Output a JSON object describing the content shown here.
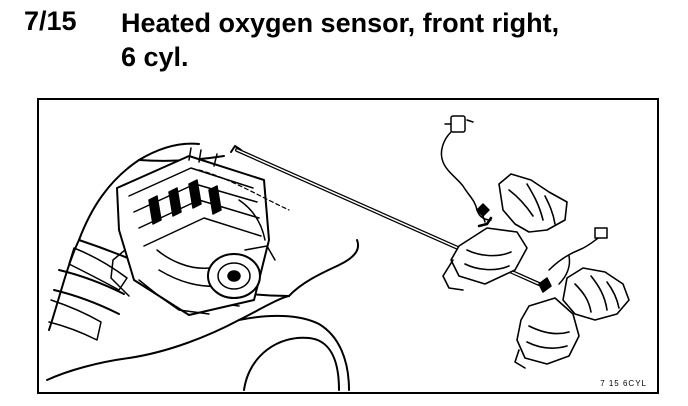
{
  "header": {
    "code": "7/15",
    "title_line1": "Heated oxygen sensor, front right,",
    "title_line2": "6 cyl."
  },
  "figure": {
    "id_label": "7 15 6CYL"
  }
}
